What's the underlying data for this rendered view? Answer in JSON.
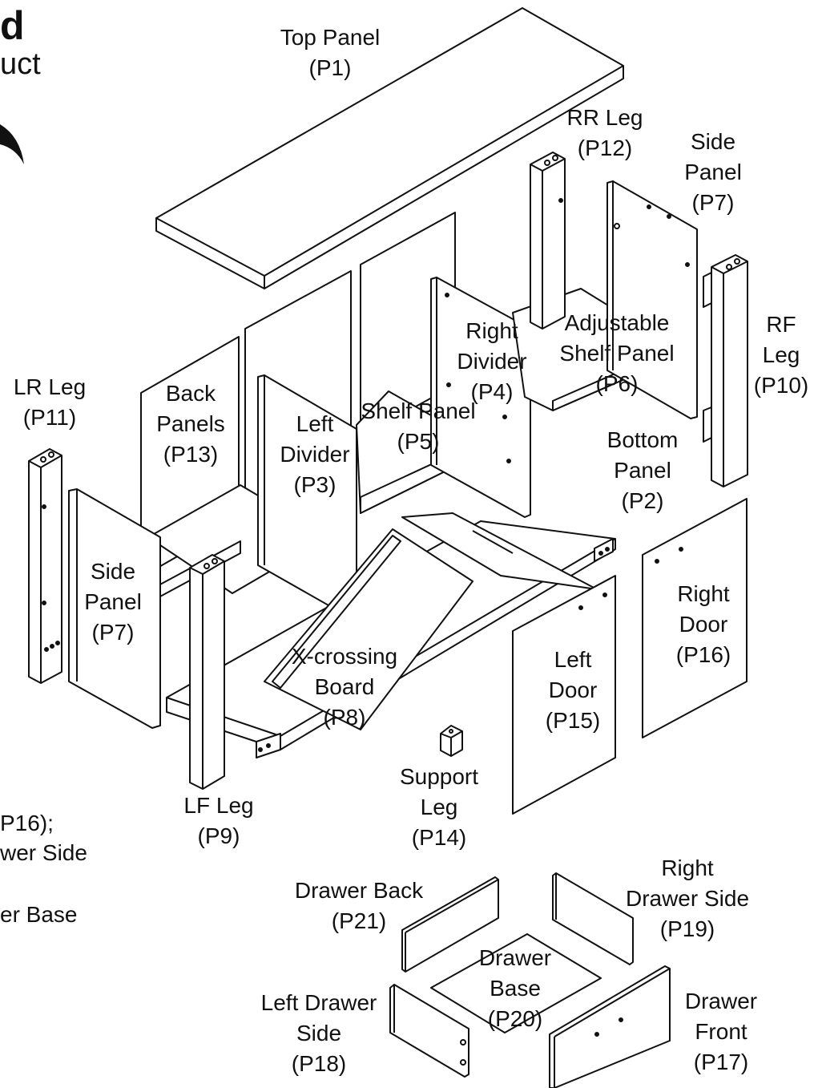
{
  "left_fragments": {
    "title": "d",
    "subtitle": "uct",
    "line1": "P16);",
    "line2": "wer Side",
    "line3": "er Base"
  },
  "parts": [
    {
      "id": "p1",
      "text": "Top Panel\n(P1)"
    },
    {
      "id": "p12",
      "text": "RR Leg\n(P12)"
    },
    {
      "id": "p7r",
      "text": "Side\nPanel\n(P7)"
    },
    {
      "id": "p10",
      "text": "RF\nLeg\n(P10)"
    },
    {
      "id": "p6",
      "text": "Adjustable\nShelf Panel\n(P6)"
    },
    {
      "id": "p4",
      "text": "Right\nDivider\n(P4)"
    },
    {
      "id": "p5",
      "text": "Shelf Panel\n(P5)"
    },
    {
      "id": "p3",
      "text": "Left\nDivider\n(P3)"
    },
    {
      "id": "p13",
      "text": "Back\nPanels\n(P13)"
    },
    {
      "id": "p11",
      "text": "LR Leg\n(P11)"
    },
    {
      "id": "p2",
      "text": "Bottom\nPanel\n(P2)"
    },
    {
      "id": "p7l",
      "text": "Side\nPanel\n(P7)"
    },
    {
      "id": "p16",
      "text": "Right\nDoor\n(P16)"
    },
    {
      "id": "p15",
      "text": "Left\nDoor\n(P15)"
    },
    {
      "id": "p8",
      "text": "X-crossing\nBoard\n(P8)"
    },
    {
      "id": "p14",
      "text": "Support\nLeg\n(P14)"
    },
    {
      "id": "p9",
      "text": "LF Leg\n(P9)"
    },
    {
      "id": "p21",
      "text": "Drawer Back\n(P21)"
    },
    {
      "id": "p19",
      "text": "Right\nDrawer Side\n(P19)"
    },
    {
      "id": "p20",
      "text": "Drawer\nBase\n(P20)"
    },
    {
      "id": "p18",
      "text": "Left Drawer\nSide\n(P18)"
    },
    {
      "id": "p17",
      "text": "Drawer\nFront\n(P17)"
    }
  ],
  "colors": {
    "line": "#111111",
    "fill": "#ffffff"
  }
}
